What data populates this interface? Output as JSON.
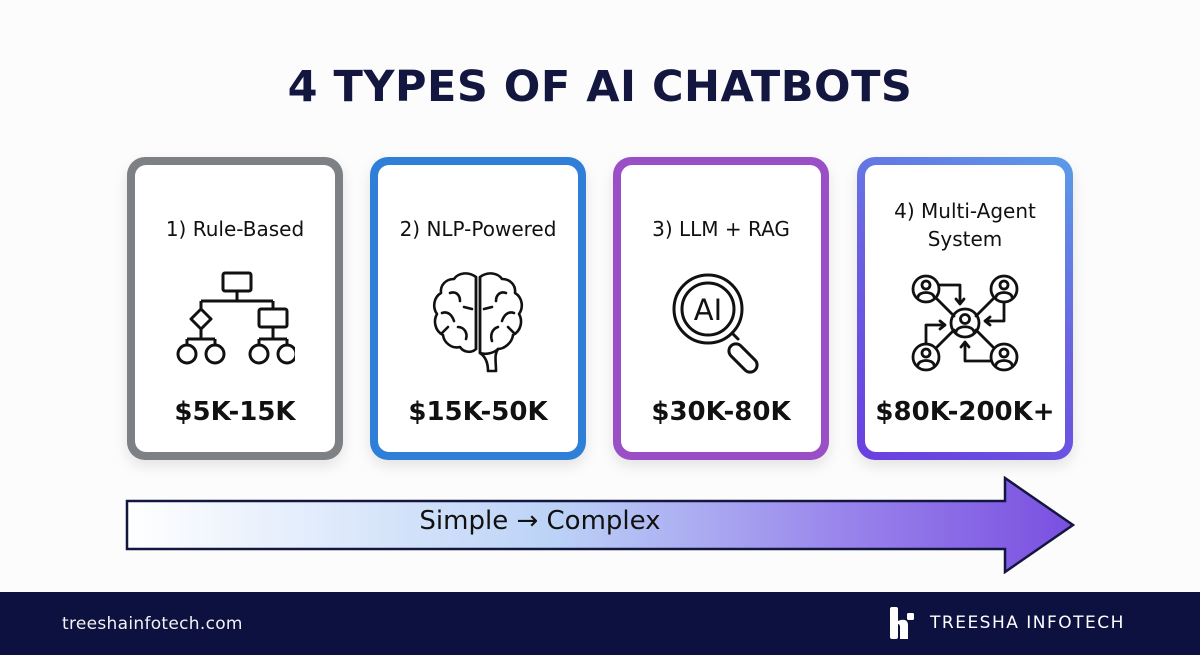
{
  "title": "4 TYPES OF AI CHATBOTS",
  "cards": [
    {
      "number": "1)",
      "label": "1) Rule-Based",
      "icon": "flowchart-icon",
      "price": "$5K-15K",
      "border_color": "#7d8085"
    },
    {
      "number": "2)",
      "label": "2) NLP-Powered",
      "icon": "brain-icon",
      "price": "$15K-50K",
      "border_color": "#2f7fd8"
    },
    {
      "number": "3)",
      "label": "3) LLM + RAG",
      "icon": "ai-magnifier-icon",
      "icon_text": "AI",
      "price": "$30K-80K",
      "border_color": "#9b4fc7"
    },
    {
      "number": "4)",
      "label_line1": "4) Multi-Agent",
      "label_line2": "System",
      "icon": "multi-agent-network-icon",
      "price": "$80K-200K+",
      "border_gradient": [
        "#6a3fe0",
        "#5a9be8"
      ]
    }
  ],
  "progression": {
    "label": "Simple → Complex",
    "gradient": [
      "#ffffff",
      "#bcd3f7",
      "#7a52e0"
    ],
    "outline_color": "#13163f"
  },
  "footer": {
    "url": "treeshainfotech.com",
    "brand_name": "TREESHA INFOTECH",
    "background": "#0c1140"
  }
}
